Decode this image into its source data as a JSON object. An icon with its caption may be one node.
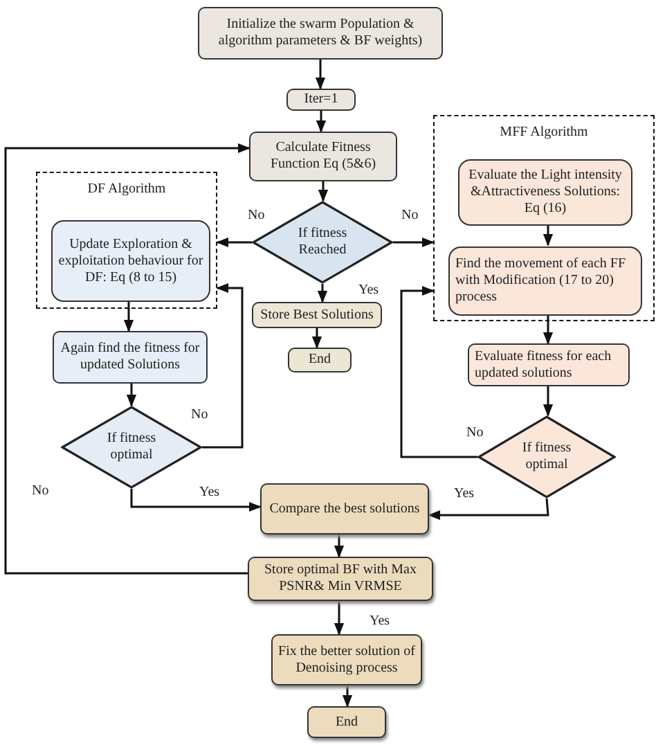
{
  "diagram": {
    "nodes": [
      {
        "text": [
          "Initialize the swarm Population & algorithm parameters & BF weights)"
        ]
      },
      {
        "text": [
          "Iter=1"
        ]
      },
      {
        "text": [
          "Calculate Fitness Function Eq (5&6)"
        ]
      },
      {
        "text": [
          "DF Algorithm"
        ]
      },
      {
        "text": [
          "Update Exploration & exploitation behaviour for DF: Eq (8 to 15)"
        ],
        "in": 3
      },
      {
        "text": [
          "Again find the fitness for updated Solutions"
        ]
      },
      {
        "text": [
          "If fitness optimal"
        ]
      },
      {
        "text": [
          "If fitness Reached"
        ]
      },
      {
        "text": [
          "MFF Algorithm"
        ]
      },
      {
        "text": [
          "Evaluate the Light intensity &Attractiveness Solutions: Eq (16)"
        ],
        "in": 8
      },
      {
        "text": [
          "Find the movement of each FF with Modification (17 to 20) process"
        ],
        "in": 8
      },
      {
        "text": [
          "Store Best Solutions"
        ]
      },
      {
        "text": [
          "End"
        ]
      },
      {
        "text": [
          "Evaluate fitness for each updated solutions"
        ]
      },
      {
        "text": [
          "If fitness optimal"
        ]
      },
      {
        "text": [
          "Compare the best solutions"
        ]
      },
      {
        "text": [
          "Store optimal BF with Max PSNR& Min VRMSE"
        ]
      },
      {
        "text": [
          "Fix the better solution of Denoising process"
        ]
      },
      {
        "text": [
          "End"
        ]
      }
    ],
    "edges": [
      {
        "from": 0,
        "to": 1,
        "arrow": "to"
      },
      {
        "from": 1,
        "to": 2,
        "arrow": "to"
      },
      {
        "from": 2,
        "to": 7,
        "arrow": "to"
      },
      {
        "from": 7,
        "to": 3,
        "arrow": "to",
        "label": "No"
      },
      {
        "from": 7,
        "to": 8,
        "arrow": "to",
        "label": "No"
      },
      {
        "from": 7,
        "to": 11,
        "arrow": "to",
        "label": "Yes"
      },
      {
        "from": 11,
        "to": 12,
        "arrow": "to"
      },
      {
        "from": 4,
        "to": 5,
        "arrow": "to"
      },
      {
        "from": 5,
        "to": 6,
        "arrow": "to"
      },
      {
        "from": 6,
        "to": 3,
        "arrow": "to",
        "label": "No"
      },
      {
        "from": 6,
        "to": 15,
        "arrow": "to",
        "label": "Yes"
      },
      {
        "from": 9,
        "to": 10,
        "arrow": "to"
      },
      {
        "from": 10,
        "to": 13,
        "arrow": "to"
      },
      {
        "from": 13,
        "to": 14,
        "arrow": "to"
      },
      {
        "from": 14,
        "to": 8,
        "arrow": "to",
        "label": "No"
      },
      {
        "from": 14,
        "to": 15,
        "arrow": "to",
        "label": "Yes"
      },
      {
        "from": 15,
        "to": 16,
        "arrow": "to"
      },
      {
        "from": 16,
        "to": 2,
        "arrow": "to",
        "label": "No"
      },
      {
        "from": 16,
        "to": 17,
        "arrow": "to",
        "label": "Yes"
      },
      {
        "from": 17,
        "to": 18,
        "arrow": "to"
      }
    ]
  }
}
